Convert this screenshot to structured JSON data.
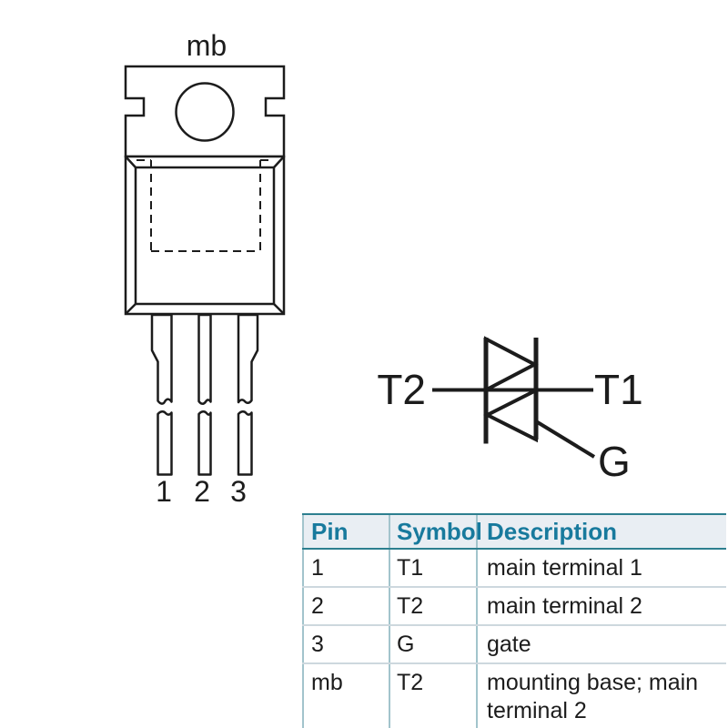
{
  "figure": {
    "type": "triac pinning diagram",
    "line_color": "#1c1c1c",
    "background": "#ffffff"
  },
  "package_drawing": {
    "mb_label": "mb",
    "pin_labels": [
      "1",
      "2",
      "3"
    ]
  },
  "symbol": {
    "left_terminal": "T2",
    "right_terminal": "T1",
    "gate_terminal": "G"
  },
  "pin_table": {
    "headers": {
      "pin": "Pin",
      "symbol": "Symbol",
      "description": "Description"
    },
    "rows": [
      {
        "pin": "1",
        "symbol": "T1",
        "description": "main terminal 1"
      },
      {
        "pin": "2",
        "symbol": "T2",
        "description": "main terminal 2"
      },
      {
        "pin": "3",
        "symbol": "G",
        "description": "gate"
      },
      {
        "pin": "mb",
        "symbol": "T2",
        "description": "mounting base; main terminal 2"
      }
    ],
    "colors": {
      "header_text": "#187a9d",
      "header_background": "#e9eef3",
      "header_border": "#2d7f8f",
      "grid_vertical": "#a2c4cc",
      "grid_horizontal": "#cdd8de"
    }
  }
}
